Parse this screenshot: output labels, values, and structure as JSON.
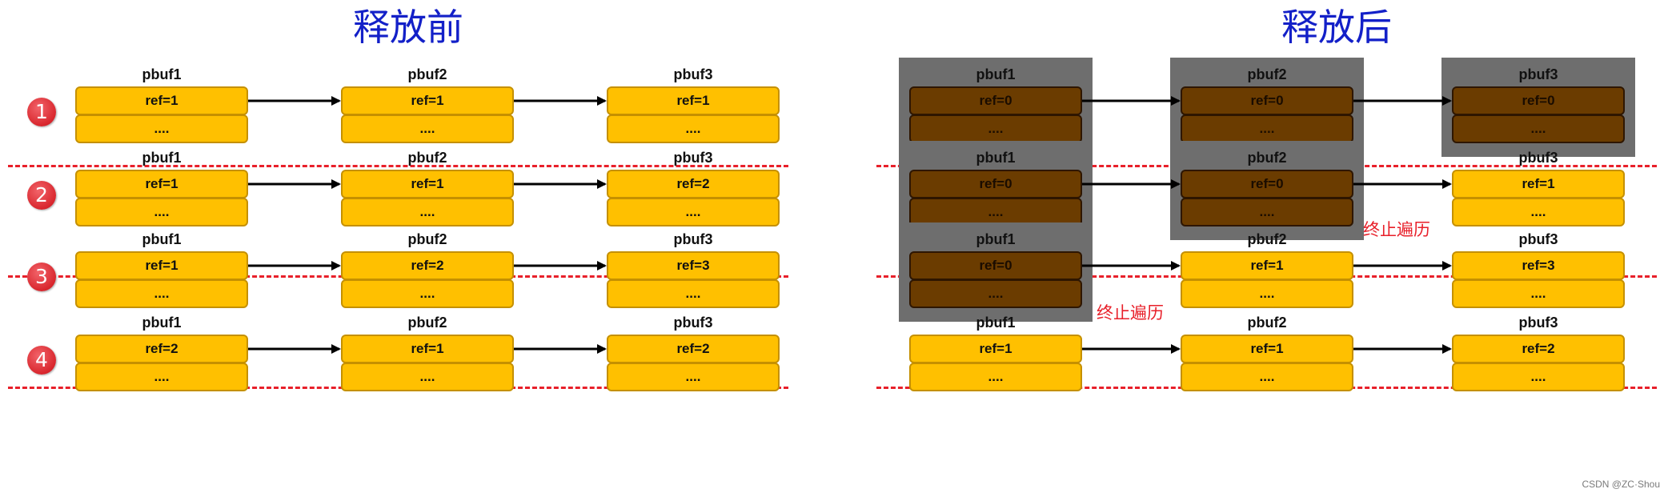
{
  "titles": {
    "before": "释放前",
    "after": "释放后"
  },
  "badges": [
    "1",
    "2",
    "3",
    "4"
  ],
  "watermark": "CSDN @ZC·Shou",
  "note_text": "终止遍历",
  "rows": [
    {
      "before": [
        {
          "name": "pbuf1",
          "ref": "ref=1",
          "more": "...."
        },
        {
          "name": "pbuf2",
          "ref": "ref=1",
          "more": "...."
        },
        {
          "name": "pbuf3",
          "ref": "ref=1",
          "more": "...."
        }
      ],
      "after": [
        {
          "name": "pbuf1",
          "ref": "ref=0",
          "more": "....",
          "freed": true
        },
        {
          "name": "pbuf2",
          "ref": "ref=0",
          "more": "....",
          "freed": true
        },
        {
          "name": "pbuf3",
          "ref": "ref=0",
          "more": "....",
          "freed": true
        }
      ]
    },
    {
      "before": [
        {
          "name": "pbuf1",
          "ref": "ref=1",
          "more": "...."
        },
        {
          "name": "pbuf2",
          "ref": "ref=1",
          "more": "...."
        },
        {
          "name": "pbuf3",
          "ref": "ref=2",
          "more": "...."
        }
      ],
      "after": [
        {
          "name": "pbuf1",
          "ref": "ref=0",
          "more": "....",
          "freed": true
        },
        {
          "name": "pbuf2",
          "ref": "ref=0",
          "more": "....",
          "freed": true
        },
        {
          "name": "pbuf3",
          "ref": "ref=1",
          "more": "...."
        }
      ]
    },
    {
      "before": [
        {
          "name": "pbuf1",
          "ref": "ref=1",
          "more": "...."
        },
        {
          "name": "pbuf2",
          "ref": "ref=2",
          "more": "...."
        },
        {
          "name": "pbuf3",
          "ref": "ref=3",
          "more": "...."
        }
      ],
      "after": [
        {
          "name": "pbuf1",
          "ref": "ref=0",
          "more": "....",
          "freed": true
        },
        {
          "name": "pbuf2",
          "ref": "ref=1",
          "more": "...."
        },
        {
          "name": "pbuf3",
          "ref": "ref=3",
          "more": "...."
        }
      ]
    },
    {
      "before": [
        {
          "name": "pbuf1",
          "ref": "ref=2",
          "more": "...."
        },
        {
          "name": "pbuf2",
          "ref": "ref=1",
          "more": "...."
        },
        {
          "name": "pbuf3",
          "ref": "ref=2",
          "more": "...."
        }
      ],
      "after": [
        {
          "name": "pbuf1",
          "ref": "ref=1",
          "more": "...."
        },
        {
          "name": "pbuf2",
          "ref": "ref=1",
          "more": "...."
        },
        {
          "name": "pbuf3",
          "ref": "ref=2",
          "more": "...."
        }
      ]
    }
  ],
  "colors": {
    "title": "#1320c8",
    "node_fill": "#ffc000",
    "node_border": "#c59000",
    "freed_fill": "#6b3c00",
    "freed_shade": "#6e6e6e",
    "separator": "#e8202a",
    "note": "#e8202a",
    "badge": "#d9272e"
  }
}
